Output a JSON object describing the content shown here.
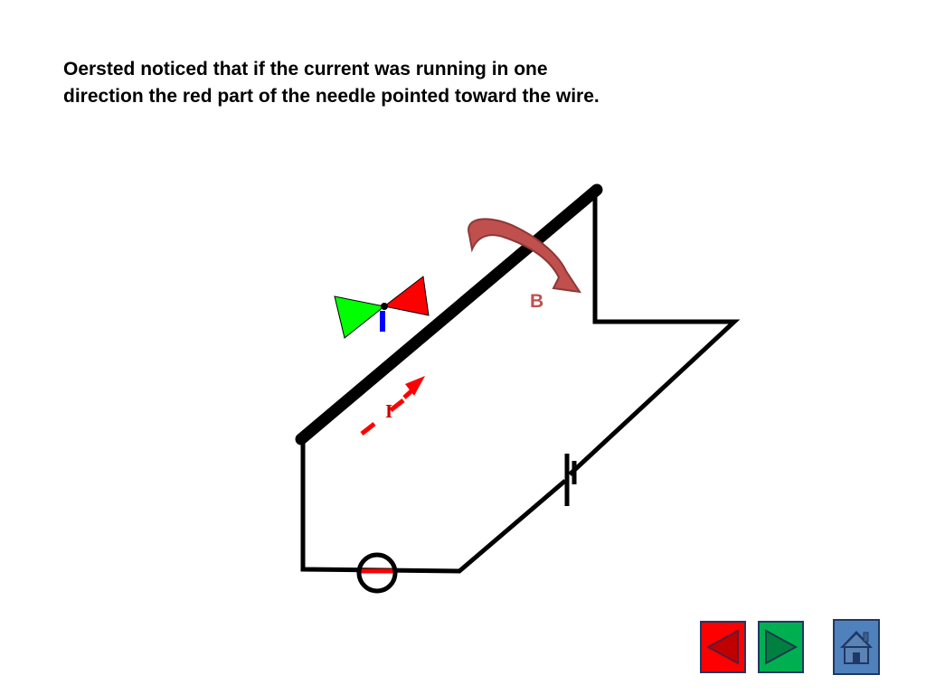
{
  "caption": "Oersted noticed that if the current was running in one direction the red part of the needle pointed toward the wire.",
  "labels": {
    "field": "B",
    "current": "I"
  },
  "colors": {
    "wire": "#000000",
    "field_arrow": "#c0504d",
    "field_label": "#c0504d",
    "current_arrow": "#ff0000",
    "needle_north": "#ff0000",
    "needle_south": "#00ff00",
    "needle_pivot": "#0000ff",
    "prev_button": "#ff0000",
    "next_button": "#00b050",
    "home_button": "#4f81bd"
  },
  "navigation": {
    "prev": "previous-slide",
    "next": "next-slide",
    "home": "home"
  }
}
